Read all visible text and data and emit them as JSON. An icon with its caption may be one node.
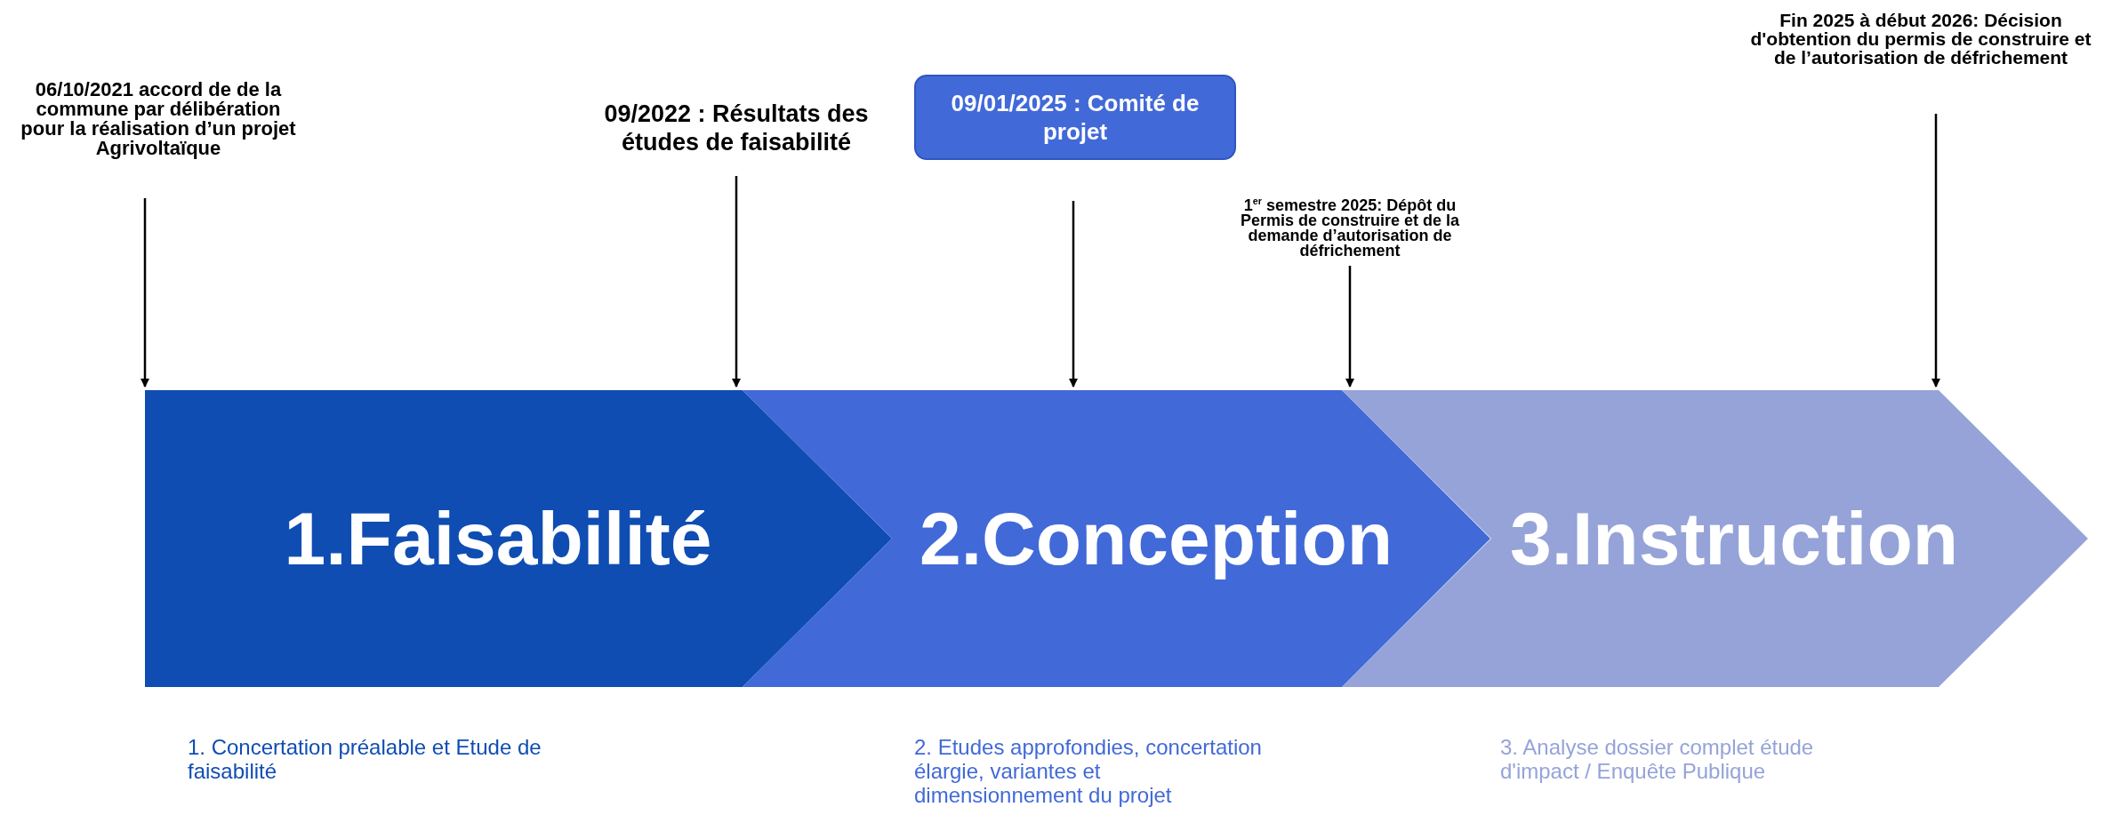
{
  "diagram": {
    "nodes": [
      {
        "text": [
          "06/10/2021 accord de de la commune par délibération pour la réalisation d’un projet Agrivoltaïque"
        ]
      },
      {
        "text": [
          "09/2022 : Résultats des études de faisabilité"
        ]
      },
      {
        "text": [
          "09/01/2025 : Comité de projet"
        ]
      },
      {
        "text": [
          "1$^{er}$ semestre 2025: Dépôt du Permis de construire et de la demande d’autorisation de défrichement"
        ]
      },
      {
        "text": [
          "Fin 2025 à début 2026: Décision d'obtention du permis de construire et de l’autorisation de défrichement"
        ]
      },
      {
        "text": [
          "1.Faisabilité"
        ],
        "beside": [
          "1. Concertation préalable et Etude de faisabilité"
        ]
      },
      {
        "text": [
          "2.Conception"
        ],
        "beside": [
          "2. Etudes approfondies, concertation élargie, variantes et dimensionnement du projet"
        ]
      },
      {
        "text": [
          "3.Instruction"
        ],
        "beside": [
          "3. Analyse dossier complet étude d'impact / Enquête Publique"
        ]
      }
    ],
    "edges": [
      {
        "from": 0,
        "to": 5,
        "arrow": "to"
      },
      {
        "from": 1,
        "to": 5,
        "arrow": "to"
      },
      {
        "from": 2,
        "to": 6,
        "arrow": "to"
      },
      {
        "from": 3,
        "to": 7,
        "arrow": "to"
      },
      {
        "from": 4,
        "to": 7,
        "arrow": "to"
      }
    ]
  }
}
